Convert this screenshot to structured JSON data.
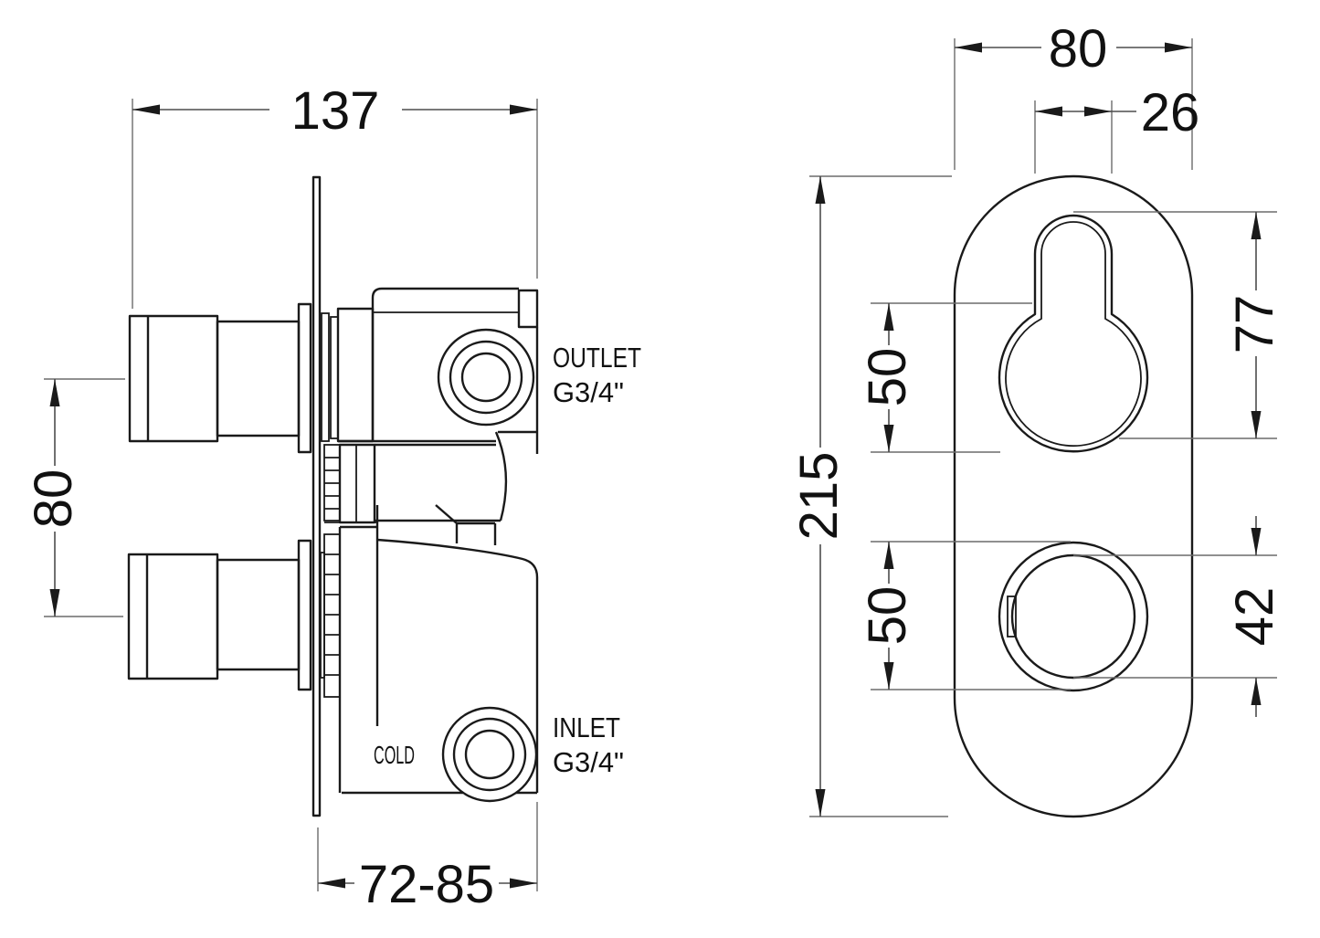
{
  "colors": {
    "line": "#1a1a1a",
    "dim_line": "#4d4d4d",
    "background": "#ffffff"
  },
  "side_view": {
    "dim_body_width": "137",
    "dim_handle_centers": "80",
    "dim_install_depth": "72-85",
    "outlet_label": "OUTLET",
    "outlet_thread": "G3/4\"",
    "inlet_label": "INLET",
    "inlet_thread": "G3/4\"",
    "cold_marking": "COLD"
  },
  "front_view": {
    "dim_plate_width": "80",
    "dim_slot_width": "26",
    "dim_keyhole_height": "77",
    "dim_upper_knob_dia": "50",
    "dim_plate_height": "215",
    "dim_lower_knob_dia": "50",
    "dim_lower_knob_inner_dia": "42"
  }
}
